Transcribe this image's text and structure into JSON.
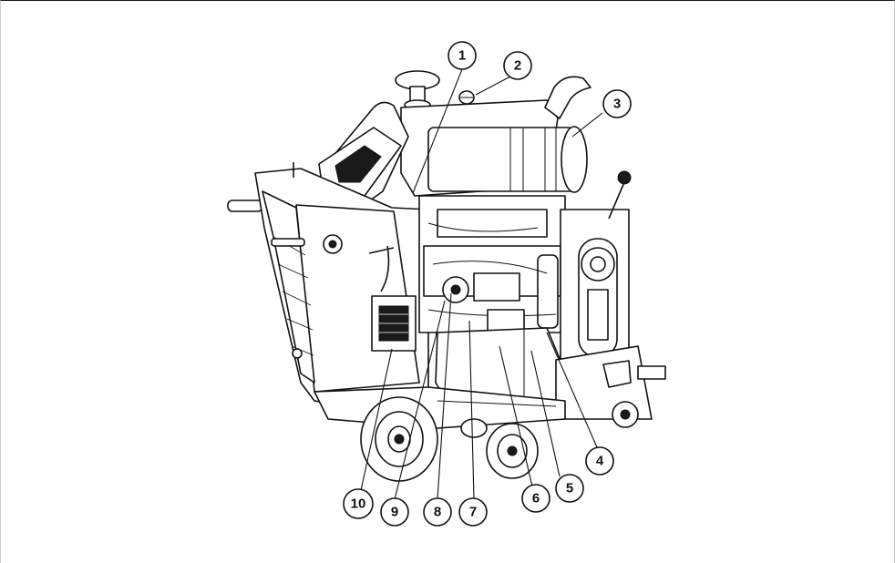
{
  "figure": {
    "subject": "machine-assembly-drawing",
    "callouts": [
      {
        "number": "1"
      },
      {
        "number": "2"
      },
      {
        "number": "3"
      },
      {
        "number": "4"
      },
      {
        "number": "5"
      },
      {
        "number": "6"
      },
      {
        "number": "7"
      },
      {
        "number": "8"
      },
      {
        "number": "9"
      },
      {
        "number": "10"
      }
    ]
  }
}
